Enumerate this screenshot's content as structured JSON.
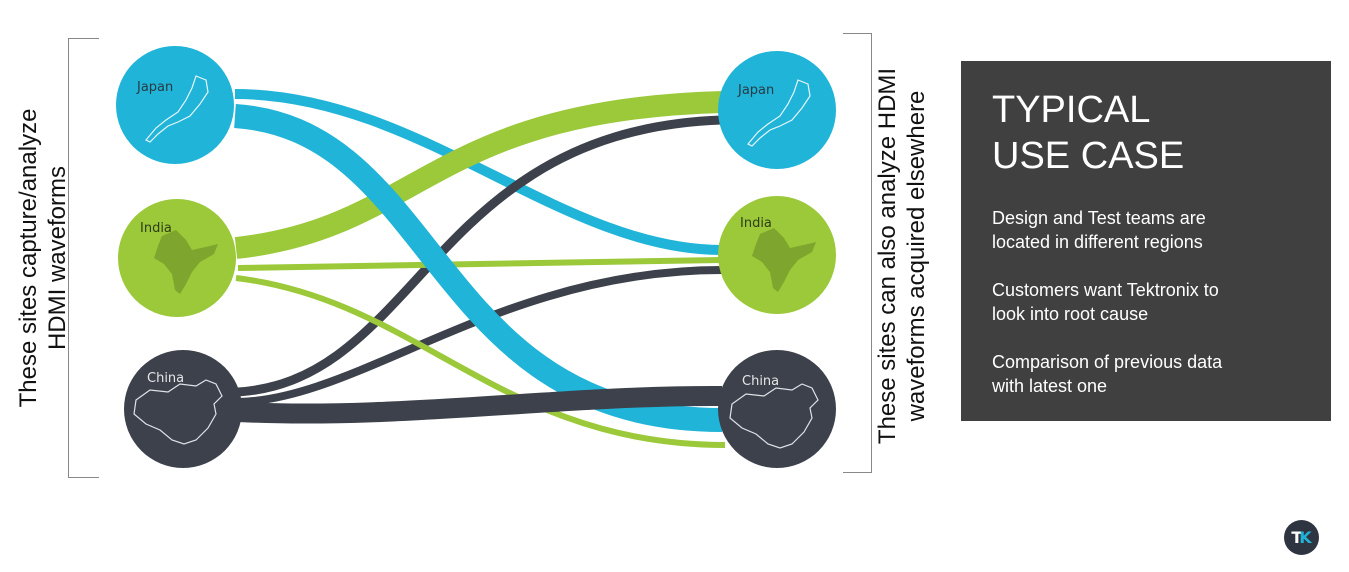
{
  "left_label": [
    "These sites capture/analyze",
    "HDMI waveforms"
  ],
  "right_label": [
    "These sites can also analyze  HDMI",
    "waveforms acquired elsewhere"
  ],
  "sources": [
    {
      "name": "Japan",
      "color": "#1fb4d8"
    },
    {
      "name": "India",
      "color": "#9bc93a"
    },
    {
      "name": "China",
      "color": "#3c414b"
    }
  ],
  "targets": [
    {
      "name": "Japan",
      "color": "#1fb4d8"
    },
    {
      "name": "India",
      "color": "#9bc93a"
    },
    {
      "name": "China",
      "color": "#3c414b"
    }
  ],
  "flows": [
    {
      "from": "Japan",
      "to": "India",
      "weight": "thin"
    },
    {
      "from": "Japan",
      "to": "China",
      "weight": "thick"
    },
    {
      "from": "India",
      "to": "Japan",
      "weight": "thick"
    },
    {
      "from": "India",
      "to": "India",
      "weight": "thin"
    },
    {
      "from": "India",
      "to": "China",
      "weight": "thin"
    },
    {
      "from": "China",
      "to": "Japan",
      "weight": "thin"
    },
    {
      "from": "China",
      "to": "India",
      "weight": "thin"
    },
    {
      "from": "China",
      "to": "China",
      "weight": "thick"
    }
  ],
  "panel": {
    "title": "TYPICAL USE CASE",
    "items": [
      "Design and Test teams are located in different regions",
      "Customers want Tektronix to look into root cause",
      "Comparison of previous data with latest one"
    ]
  },
  "logo": {
    "t": "T",
    "k": "K",
    "icon": "tektronix-logo-icon"
  }
}
